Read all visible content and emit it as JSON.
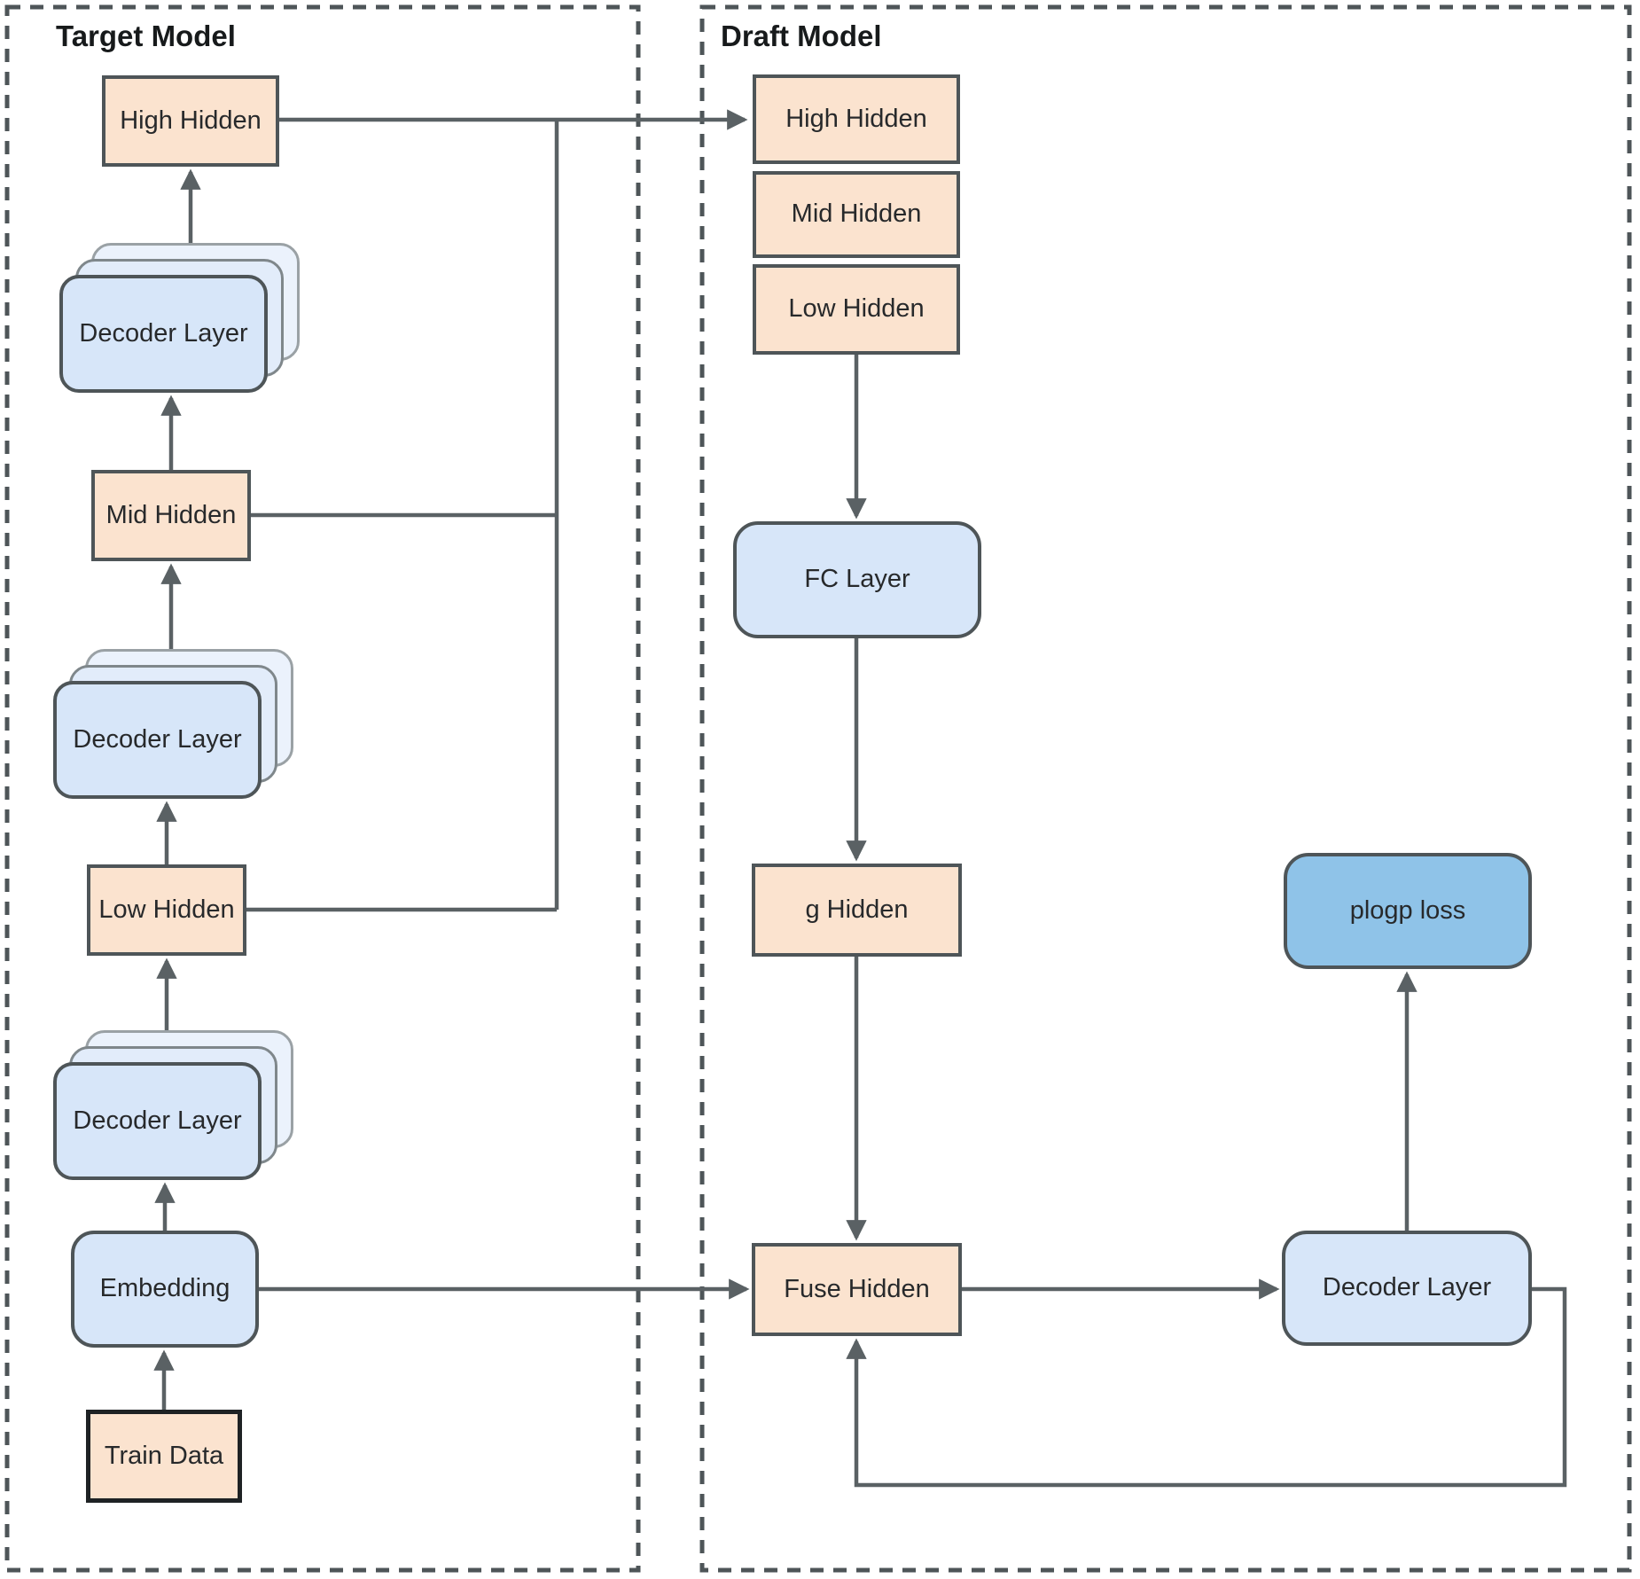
{
  "target_model": {
    "title": "Target Model",
    "nodes": {
      "high_hidden": "High Hidden",
      "decoder_layer": "Decoder Layer",
      "mid_hidden": "Mid Hidden",
      "low_hidden": "Low Hidden",
      "embedding": "Embedding",
      "train_data": "Train Data"
    }
  },
  "draft_model": {
    "title": "Draft Model",
    "nodes": {
      "high_hidden": "High Hidden",
      "mid_hidden": "Mid Hidden",
      "low_hidden": "Low Hidden",
      "fc_layer": "FC Layer",
      "g_hidden": "g Hidden",
      "fuse_hidden": "Fuse Hidden",
      "decoder_layer": "Decoder Layer",
      "plogp_loss": "plogp loss"
    }
  },
  "connections": [
    "target.train_data -> target.embedding",
    "target.embedding -> target.decoder_stack_3",
    "target.decoder_stack_3 -> target.low_hidden",
    "target.low_hidden -> target.decoder_stack_2",
    "target.decoder_stack_2 -> target.mid_hidden",
    "target.mid_hidden -> target.decoder_stack_1",
    "target.decoder_stack_1 -> target.high_hidden",
    "target.high_hidden + target.mid_hidden + target.low_hidden -> draft.high_hidden",
    "draft.low_hidden -> draft.fc_layer",
    "draft.fc_layer -> draft.g_hidden",
    "draft.g_hidden -> draft.fuse_hidden",
    "target.embedding -> draft.fuse_hidden",
    "draft.fuse_hidden -> draft.decoder_layer",
    "draft.decoder_layer -> draft.plogp_loss",
    "draft.decoder_layer -> draft.fuse_hidden (feedback)"
  ],
  "colors": {
    "hidden_fill": "#FBE3CF",
    "layer_fill": "#D7E6F9",
    "loss_fill": "#8FC3E8",
    "wire": "#5A6164",
    "border": "#4E5558"
  }
}
